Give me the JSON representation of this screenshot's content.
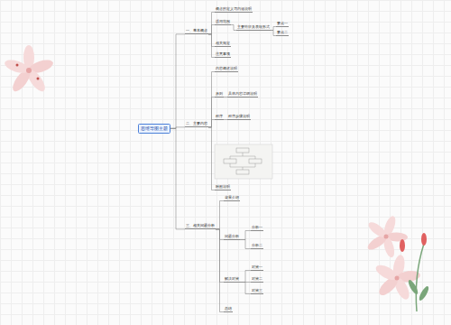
{
  "diagram": {
    "nodes": [
      {
        "text": [
          "思维导图主题"
        ]
      },
      {
        "text": [
          "一、基本概念"
        ]
      },
      {
        "text": [
          "概念的定义与内涵说明"
        ]
      },
      {
        "text": [
          "适用范围"
        ]
      },
      {
        "text": [
          "主要特征及表现形式"
        ]
      },
      {
        "text": [
          "要点一"
        ]
      },
      {
        "text": [
          "要点二"
        ]
      },
      {
        "text": [
          "相关规定"
        ]
      },
      {
        "text": [
          "注意事项"
        ]
      },
      {
        "text": [
          "二、主要内容"
        ]
      },
      {
        "text": [
          "内容概述说明"
        ]
      },
      {
        "text": [
          "原则"
        ]
      },
      {
        "text": [
          "具体内容详细说明"
        ]
      },
      {
        "text": [
          "程序"
        ]
      },
      {
        "text": [
          "程序步骤说明"
        ]
      },
      {
        "text": [
          "附图说明"
        ]
      },
      {
        "text": [
          "三、相关问题分析"
        ]
      },
      {
        "text": [
          "背景介绍"
        ]
      },
      {
        "text": [
          "问题分析"
        ]
      },
      {
        "text": [
          "分析一"
        ]
      },
      {
        "text": [
          "分析二"
        ]
      },
      {
        "text": [
          "解决对策"
        ]
      },
      {
        "text": [
          "对策一"
        ]
      },
      {
        "text": [
          "对策二"
        ]
      },
      {
        "text": [
          "对策三"
        ]
      },
      {
        "text": [
          "总结"
        ]
      }
    ],
    "edges": [
      {
        "from": 0,
        "to": 1,
        "arrow": "none"
      },
      {
        "from": 0,
        "to": 9,
        "arrow": "none"
      },
      {
        "from": 0,
        "to": 16,
        "arrow": "none"
      },
      {
        "from": 1,
        "to": 2,
        "arrow": "none"
      },
      {
        "from": 1,
        "to": 3,
        "arrow": "none"
      },
      {
        "from": 3,
        "to": 4,
        "arrow": "none"
      },
      {
        "from": 4,
        "to": 5,
        "arrow": "none"
      },
      {
        "from": 4,
        "to": 6,
        "arrow": "none"
      },
      {
        "from": 1,
        "to": 7,
        "arrow": "none"
      },
      {
        "from": 1,
        "to": 8,
        "arrow": "none"
      },
      {
        "from": 9,
        "to": 10,
        "arrow": "none"
      },
      {
        "from": 9,
        "to": 11,
        "arrow": "none"
      },
      {
        "from": 11,
        "to": 12,
        "arrow": "none"
      },
      {
        "from": 9,
        "to": 13,
        "arrow": "none"
      },
      {
        "from": 13,
        "to": 14,
        "arrow": "none"
      },
      {
        "from": 9,
        "to": 15,
        "arrow": "none"
      },
      {
        "from": 16,
        "to": 17,
        "arrow": "none"
      },
      {
        "from": 16,
        "to": 18,
        "arrow": "none"
      },
      {
        "from": 18,
        "to": 19,
        "arrow": "none"
      },
      {
        "from": 18,
        "to": 20,
        "arrow": "none"
      },
      {
        "from": 16,
        "to": 21,
        "arrow": "none"
      },
      {
        "from": 21,
        "to": 22,
        "arrow": "none"
      },
      {
        "from": 21,
        "to": 23,
        "arrow": "none"
      },
      {
        "from": 21,
        "to": 24,
        "arrow": "none"
      },
      {
        "from": 16,
        "to": 25,
        "arrow": "none"
      }
    ]
  }
}
